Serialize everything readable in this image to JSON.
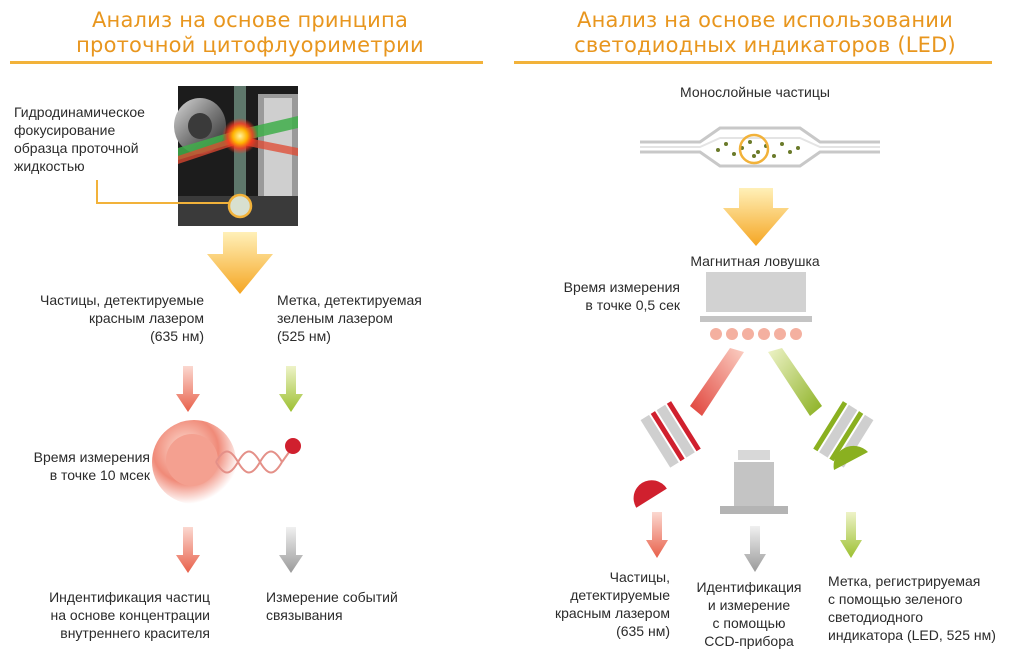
{
  "left": {
    "title_line1": "Анализ на основе принципа",
    "title_line2": "проточной цитофлуориметрии",
    "hydro_label": [
      "Гидродинамическое",
      "фокусирование",
      "образца проточной",
      "жидкостью"
    ],
    "red_particles": [
      "Частицы, детектируемые",
      "красным лазером",
      "(635 нм)"
    ],
    "green_label": [
      "Метка, детектируемая",
      "зеленым лазером",
      "(525 нм)"
    ],
    "measure_time": [
      "Время измерения",
      "в точке 10 мсек"
    ],
    "result_left": [
      "Индентификация частиц",
      "на основе концентрации",
      "внутреннего красителя"
    ],
    "result_right": [
      "Измерение событий",
      "связывания"
    ]
  },
  "right": {
    "title_line1": "Анализ на основе использовании",
    "title_line2": "светодиодных индикаторов (LED)",
    "monolayer": "Монослойные частицы",
    "trap": "Магнитная ловушка",
    "measure_time": [
      "Время измерения",
      "в точке 0,5 сек"
    ],
    "result_red": [
      "Частицы,",
      "детектируемые",
      "красным лазером",
      "(635 нм)"
    ],
    "result_ccd": [
      "Идентификация",
      "и измерение",
      "с помощью",
      "CCD-прибора"
    ],
    "result_green": [
      "Метка, регистрируемая",
      "с помощью зеленого",
      "светодиодного",
      "индикатора (LED, 525 нм)"
    ]
  },
  "colors": {
    "accent": "#e8961e",
    "red": "#d0202e",
    "green": "#8ab020",
    "gray": "#a0a0a0"
  }
}
